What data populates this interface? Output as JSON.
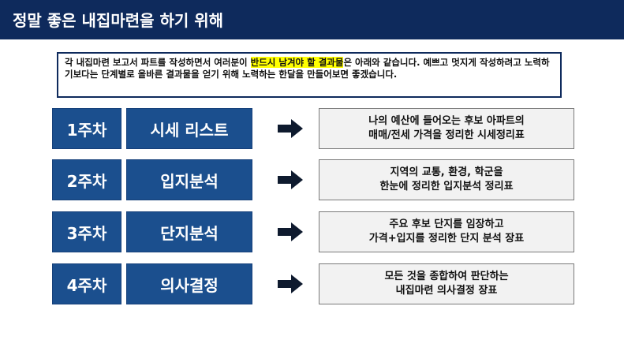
{
  "header": {
    "title": "정말 좋은 내집마련을 하기 위해"
  },
  "intro": {
    "text_before": "각 내집마련 보고서 파트를 작성하면서 여러분이 ",
    "highlight": "반드시 남겨야 할 결과물",
    "text_after": "은 아래와 같습니다. 예쁘고 멋지게 작성하려고 노력하기보다는 단계별로 올바른 결과물을 얻기 위해 노력하는 한달을 만들어보면 좋겠습니다."
  },
  "colors": {
    "header_bg": "#0e2a5c",
    "box_blue": "#1b4f8e",
    "highlight": "#ffff00",
    "arrow": "#0e1a2e"
  },
  "rows": [
    {
      "week": "1주차",
      "title": "시세 리스트",
      "desc": [
        "나의 예산에 들어오는 후보 아파트의",
        "매매/전세 가격을 정리한 시세정리표"
      ]
    },
    {
      "week": "2주차",
      "title": "입지분석",
      "desc": [
        "지역의 교통, 환경, 학군을",
        "한눈에 정리한 입지분석 정리표"
      ]
    },
    {
      "week": "3주차",
      "title": "단지분석",
      "desc": [
        "주요 후보 단지를 임장하고",
        "가격+입지를 정리한 단지 분석 장표"
      ]
    },
    {
      "week": "4주차",
      "title": "의사결정",
      "desc": [
        "모든 것을 종합하여 판단하는",
        "내집마련 의사결정 장표"
      ]
    }
  ]
}
